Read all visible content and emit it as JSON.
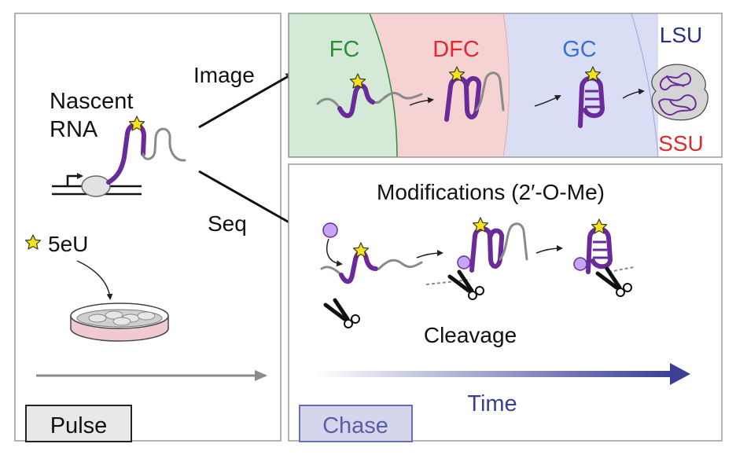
{
  "labels": {
    "nascent_line1": "Nascent",
    "nascent_line2": "RNA",
    "image": "Image",
    "seq": "Seq",
    "eu": "5eU",
    "pulse": "Pulse",
    "chase": "Chase",
    "time": "Time",
    "fc": "FC",
    "dfc": "DFC",
    "gc": "GC",
    "lsu": "LSU",
    "ssu": "SSU",
    "modifications": "Modifications (2′-O-Me)",
    "cleavage": "Cleavage"
  },
  "colors": {
    "fc_region": "#d4e9d6",
    "dfc_region": "#f6d3d3",
    "gc_region": "#d9def5",
    "fc_text": "#2e8b3a",
    "dfc_text": "#e0282e",
    "gc_text": "#3a6fd8",
    "lsu_text": "#2a2f8c",
    "ssu_text": "#e0282e",
    "rna_purple": "#6a2a9a",
    "rna_gray": "#8a8a8a",
    "star": "#f5e21b",
    "time_arrow": "#3b3f95",
    "pulse_box": "#e8e8e8",
    "chase_box": "#d5d5ec",
    "modification_dot": "#c6a6f2"
  },
  "icons": [
    "star-icon",
    "scissors-icon",
    "petri-dish-icon",
    "promoter-arrow-icon",
    "ribosome-icon"
  ]
}
